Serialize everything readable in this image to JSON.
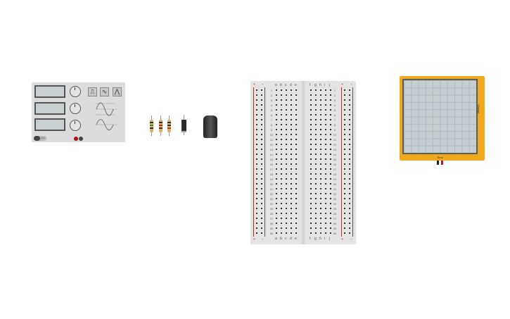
{
  "function_generator": {
    "toggle_label": "OFF",
    "wave_buttons": [
      {
        "icon": "square-wave-icon",
        "glyph": "⎍"
      },
      {
        "icon": "sine-wave-icon",
        "glyph": "∿"
      },
      {
        "icon": "triangle-wave-icon",
        "glyph": "⋀"
      }
    ]
  },
  "breadboard": {
    "plus": "+",
    "minus": "−",
    "left_columns": [
      "a",
      "b",
      "c",
      "d",
      "e"
    ],
    "right_columns": [
      "f",
      "g",
      "h",
      "i",
      "j"
    ],
    "rows": 30
  },
  "oscilloscope": {
    "x_label": "Time",
    "y_label": "Voltage"
  },
  "colors": {
    "oscilloscope": "#f0a81c",
    "rail_plus": "#d02020"
  }
}
